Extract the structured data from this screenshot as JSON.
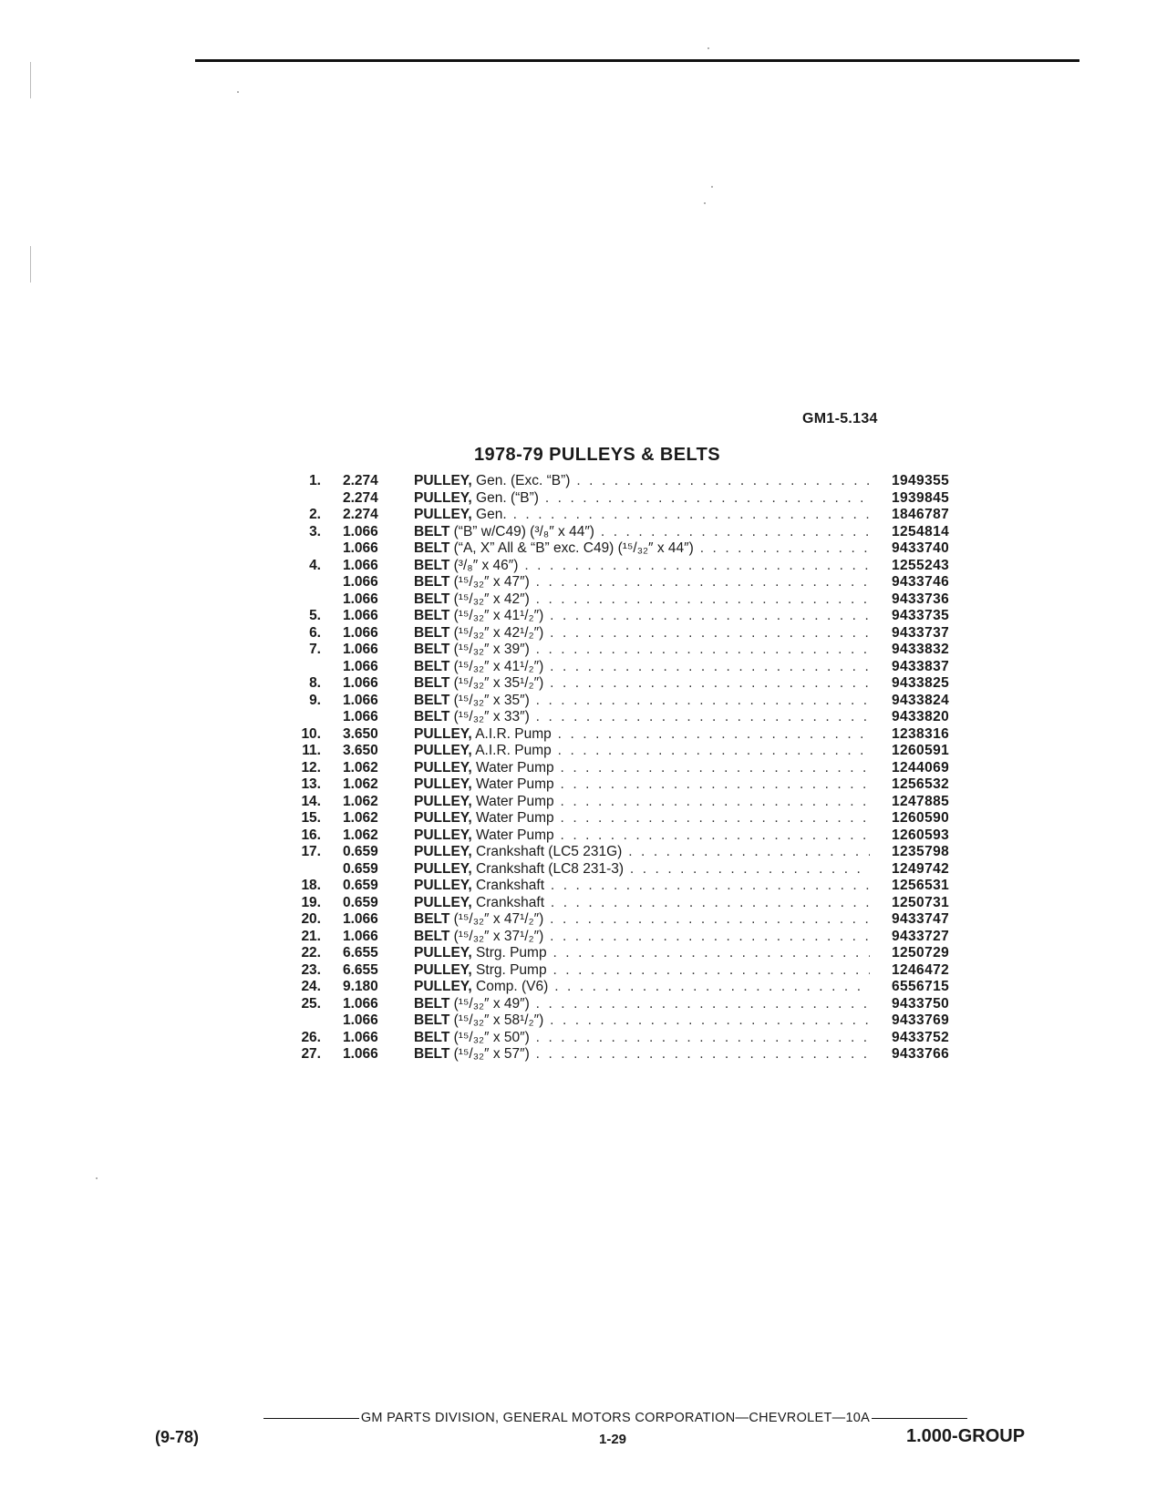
{
  "document": {
    "ref_code": "GM1-5.134",
    "title": "1978-79 PULLEYS & BELTS"
  },
  "parts": [
    {
      "num": "1.",
      "code": "2.274",
      "kw": "PULLEY,",
      "desc": "Gen. (Exc. “B”)",
      "pn": "1949355"
    },
    {
      "num": "",
      "code": "2.274",
      "kw": "PULLEY,",
      "desc": "Gen. (“B”)",
      "pn": "1939845"
    },
    {
      "num": "2.",
      "code": "2.274",
      "kw": "PULLEY,",
      "desc": "Gen.",
      "pn": "1846787"
    },
    {
      "num": "3.",
      "code": "1.066",
      "kw": "BELT",
      "desc": "(“B” w/C49) (³/₈″ x 44″)",
      "pn": "1254814"
    },
    {
      "num": "",
      "code": "1.066",
      "kw": "BELT",
      "desc": "(“A, X” All & “B” exc. C49) (¹⁵/₃₂″ x 44″)",
      "pn": "9433740"
    },
    {
      "num": "4.",
      "code": "1.066",
      "kw": "BELT",
      "desc": "(³/₈″ x 46″)",
      "pn": "1255243"
    },
    {
      "num": "",
      "code": "1.066",
      "kw": "BELT",
      "desc": "(¹⁵/₃₂″ x 47″)",
      "pn": "9433746"
    },
    {
      "num": "",
      "code": "1.066",
      "kw": "BELT",
      "desc": "(¹⁵/₃₂″ x 42″)",
      "pn": "9433736"
    },
    {
      "num": "5.",
      "code": "1.066",
      "kw": "BELT",
      "desc": "(¹⁵/₃₂″ x 41¹/₂″)",
      "pn": "9433735"
    },
    {
      "num": "6.",
      "code": "1.066",
      "kw": "BELT",
      "desc": "(¹⁵/₃₂″ x 42¹/₂″)",
      "pn": "9433737"
    },
    {
      "num": "7.",
      "code": "1.066",
      "kw": "BELT",
      "desc": "(¹⁵/₃₂″ x 39″)",
      "pn": "9433832"
    },
    {
      "num": "",
      "code": "1.066",
      "kw": "BELT",
      "desc": "(¹⁵/₃₂″ x 41¹/₂″)",
      "pn": "9433837"
    },
    {
      "num": "8.",
      "code": "1.066",
      "kw": "BELT",
      "desc": "(¹⁵/₃₂″ x 35¹/₂″)",
      "pn": "9433825"
    },
    {
      "num": "9.",
      "code": "1.066",
      "kw": "BELT",
      "desc": "(¹⁵/₃₂″ x 35″)",
      "pn": "9433824"
    },
    {
      "num": "",
      "code": "1.066",
      "kw": "BELT",
      "desc": "(¹⁵/₃₂″ x 33″)",
      "pn": "9433820"
    },
    {
      "num": "10.",
      "code": "3.650",
      "kw": "PULLEY,",
      "desc": "A.I.R. Pump",
      "pn": "1238316"
    },
    {
      "num": "11.",
      "code": "3.650",
      "kw": "PULLEY,",
      "desc": "A.I.R. Pump",
      "pn": "1260591"
    },
    {
      "num": "12.",
      "code": "1.062",
      "kw": "PULLEY,",
      "desc": "Water Pump",
      "pn": "1244069"
    },
    {
      "num": "13.",
      "code": "1.062",
      "kw": "PULLEY,",
      "desc": "Water Pump",
      "pn": "1256532"
    },
    {
      "num": "14.",
      "code": "1.062",
      "kw": "PULLEY,",
      "desc": "Water Pump",
      "pn": "1247885"
    },
    {
      "num": "15.",
      "code": "1.062",
      "kw": "PULLEY,",
      "desc": "Water Pump",
      "pn": "1260590"
    },
    {
      "num": "16.",
      "code": "1.062",
      "kw": "PULLEY,",
      "desc": "Water Pump",
      "pn": "1260593"
    },
    {
      "num": "17.",
      "code": "0.659",
      "kw": "PULLEY,",
      "desc": "Crankshaft (LC5 231G)",
      "pn": "1235798"
    },
    {
      "num": "",
      "code": "0.659",
      "kw": "PULLEY,",
      "desc": "Crankshaft (LC8 231-3)",
      "pn": "1249742"
    },
    {
      "num": "18.",
      "code": "0.659",
      "kw": "PULLEY,",
      "desc": "Crankshaft",
      "pn": "1256531"
    },
    {
      "num": "19.",
      "code": "0.659",
      "kw": "PULLEY,",
      "desc": "Crankshaft",
      "pn": "1250731"
    },
    {
      "num": "20.",
      "code": "1.066",
      "kw": "BELT",
      "desc": "(¹⁵/₃₂″ x 47¹/₂″)",
      "pn": "9433747"
    },
    {
      "num": "21.",
      "code": "1.066",
      "kw": "BELT",
      "desc": "(¹⁵/₃₂″ x 37¹/₂″)",
      "pn": "9433727"
    },
    {
      "num": "22.",
      "code": "6.655",
      "kw": "PULLEY,",
      "desc": "Strg. Pump",
      "pn": "1250729"
    },
    {
      "num": "23.",
      "code": "6.655",
      "kw": "PULLEY,",
      "desc": "Strg. Pump",
      "pn": "1246472"
    },
    {
      "num": "24.",
      "code": "9.180",
      "kw": "PULLEY,",
      "desc": "Comp. (V6)",
      "pn": "6556715"
    },
    {
      "num": "25.",
      "code": "1.066",
      "kw": "BELT",
      "desc": "(¹⁵/₃₂″ x 49″)",
      "pn": "9433750"
    },
    {
      "num": "",
      "code": "1.066",
      "kw": "BELT",
      "desc": "(¹⁵/₃₂″ x 58¹/₂″)",
      "pn": "9433769"
    },
    {
      "num": "26.",
      "code": "1.066",
      "kw": "BELT",
      "desc": "(¹⁵/₃₂″ x 50″)",
      "pn": "9433752"
    },
    {
      "num": "27.",
      "code": "1.066",
      "kw": "BELT",
      "desc": "(¹⁵/₃₂″ x 57″)",
      "pn": "9433766"
    }
  ],
  "footer": {
    "division": "GM PARTS DIVISION, GENERAL MOTORS CORPORATION—CHEVROLET—10A",
    "date": "(9-78)",
    "page": "1-29",
    "group": "1.000-GROUP"
  }
}
